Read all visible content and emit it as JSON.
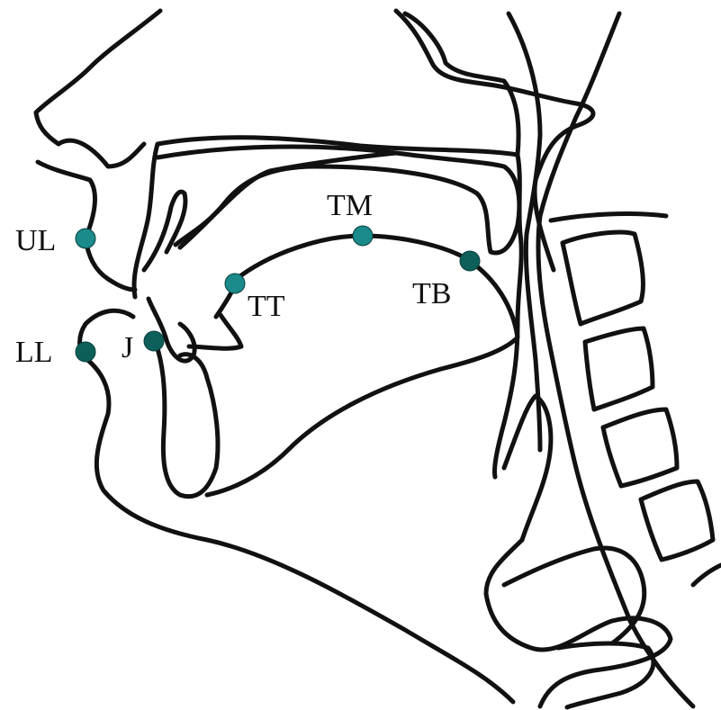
{
  "colors": {
    "outline": "#111111",
    "marker_light": "#1a8a8a",
    "marker_dark": "#0d5f5a"
  },
  "sensors": [
    {
      "id": "UL",
      "label": "UL",
      "tone": "light"
    },
    {
      "id": "LL",
      "label": "LL",
      "tone": "dark"
    },
    {
      "id": "J",
      "label": "J",
      "tone": "dark"
    },
    {
      "id": "TT",
      "label": "TT",
      "tone": "light"
    },
    {
      "id": "TM",
      "label": "TM",
      "tone": "light"
    },
    {
      "id": "TB",
      "label": "TB",
      "tone": "dark"
    }
  ]
}
